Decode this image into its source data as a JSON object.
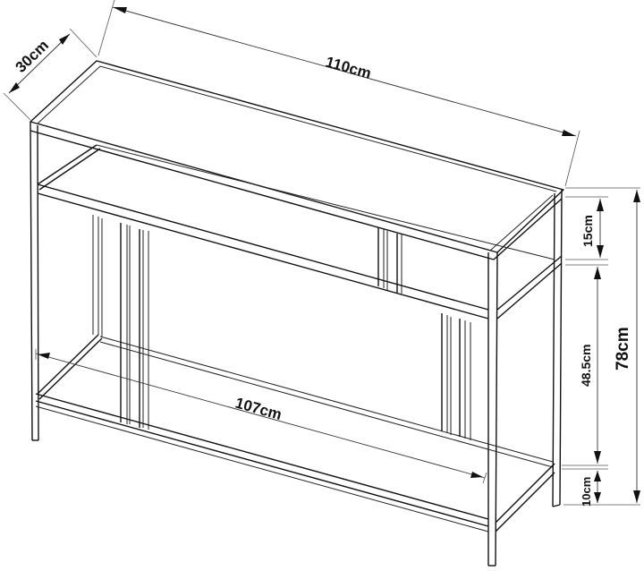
{
  "diagram": {
    "title": "Console table dimension drawing",
    "object": "metal frame console table with two shelves",
    "stroke_color": "#111111",
    "background": "#ffffff"
  },
  "dimensions": {
    "depth": {
      "label": "30cm",
      "value": 30,
      "unit": "cm"
    },
    "width_top": {
      "label": "110cm",
      "value": 110,
      "unit": "cm"
    },
    "width_inner": {
      "label": "107cm",
      "value": 107,
      "unit": "cm"
    },
    "height_total": {
      "label": "78cm",
      "value": 78,
      "unit": "cm"
    },
    "gap_top_to_shelf": {
      "label": "15cm",
      "value": 15,
      "unit": "cm"
    },
    "gap_shelf_to_bottom": {
      "label": "48.5cm",
      "value": 48.5,
      "unit": "cm"
    },
    "bottom_clearance": {
      "label": "10cm",
      "value": 10,
      "unit": "cm"
    }
  }
}
